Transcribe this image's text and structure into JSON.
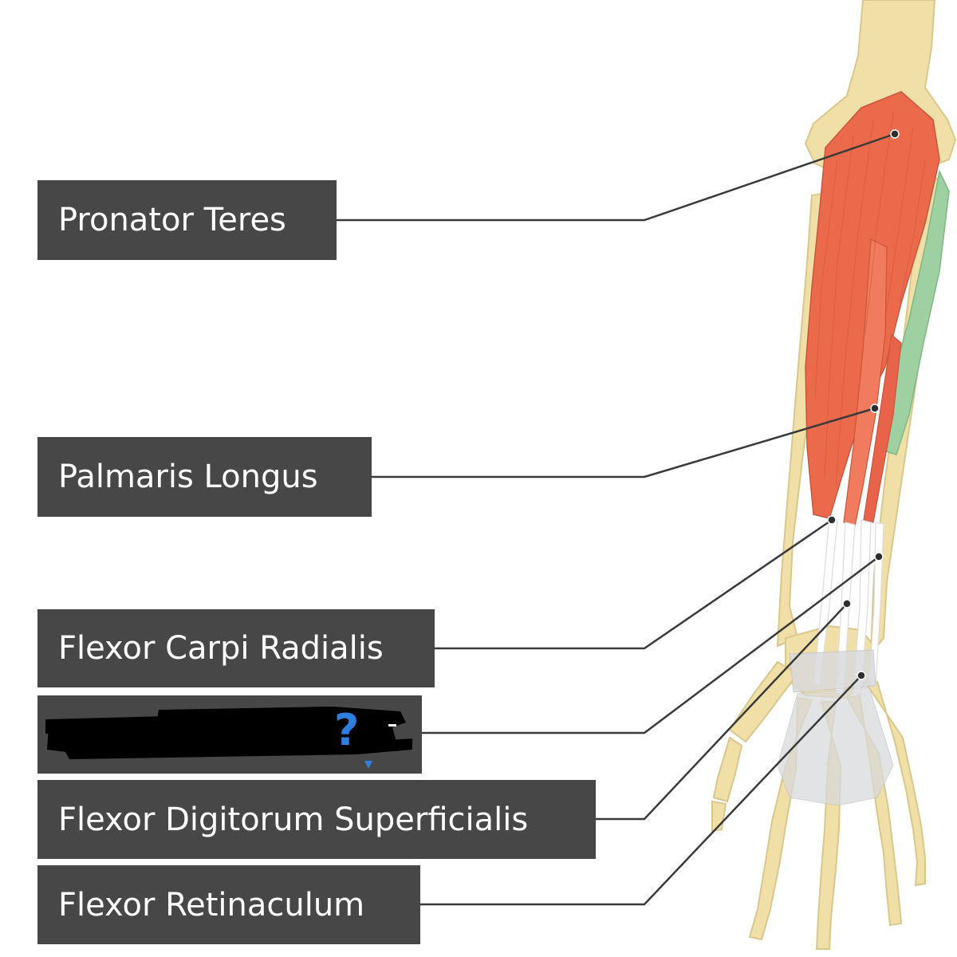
{
  "labels": {
    "pronator_teres": "Pronator Teres",
    "palmaris_longus": "Palmaris Longus",
    "flexor_carpi_radialis": "Flexor Carpi Radialis",
    "redacted_mark": "?",
    "flexor_digitorum_superficialis": "Flexor Digitorum Superficialis",
    "flexor_retinaculum": "Flexor Retinaculum"
  },
  "colors": {
    "label_background": "#474747",
    "label_text": "#ffffff",
    "leader_line": "#3a3a3a",
    "bone": "#f0dfa6",
    "muscle": "#ec6a4c",
    "muscle_green": "#9ed0a2",
    "tendon": "#ffffff",
    "retinaculum": "#d9dadc",
    "question_mark": "#2f7fe0"
  }
}
